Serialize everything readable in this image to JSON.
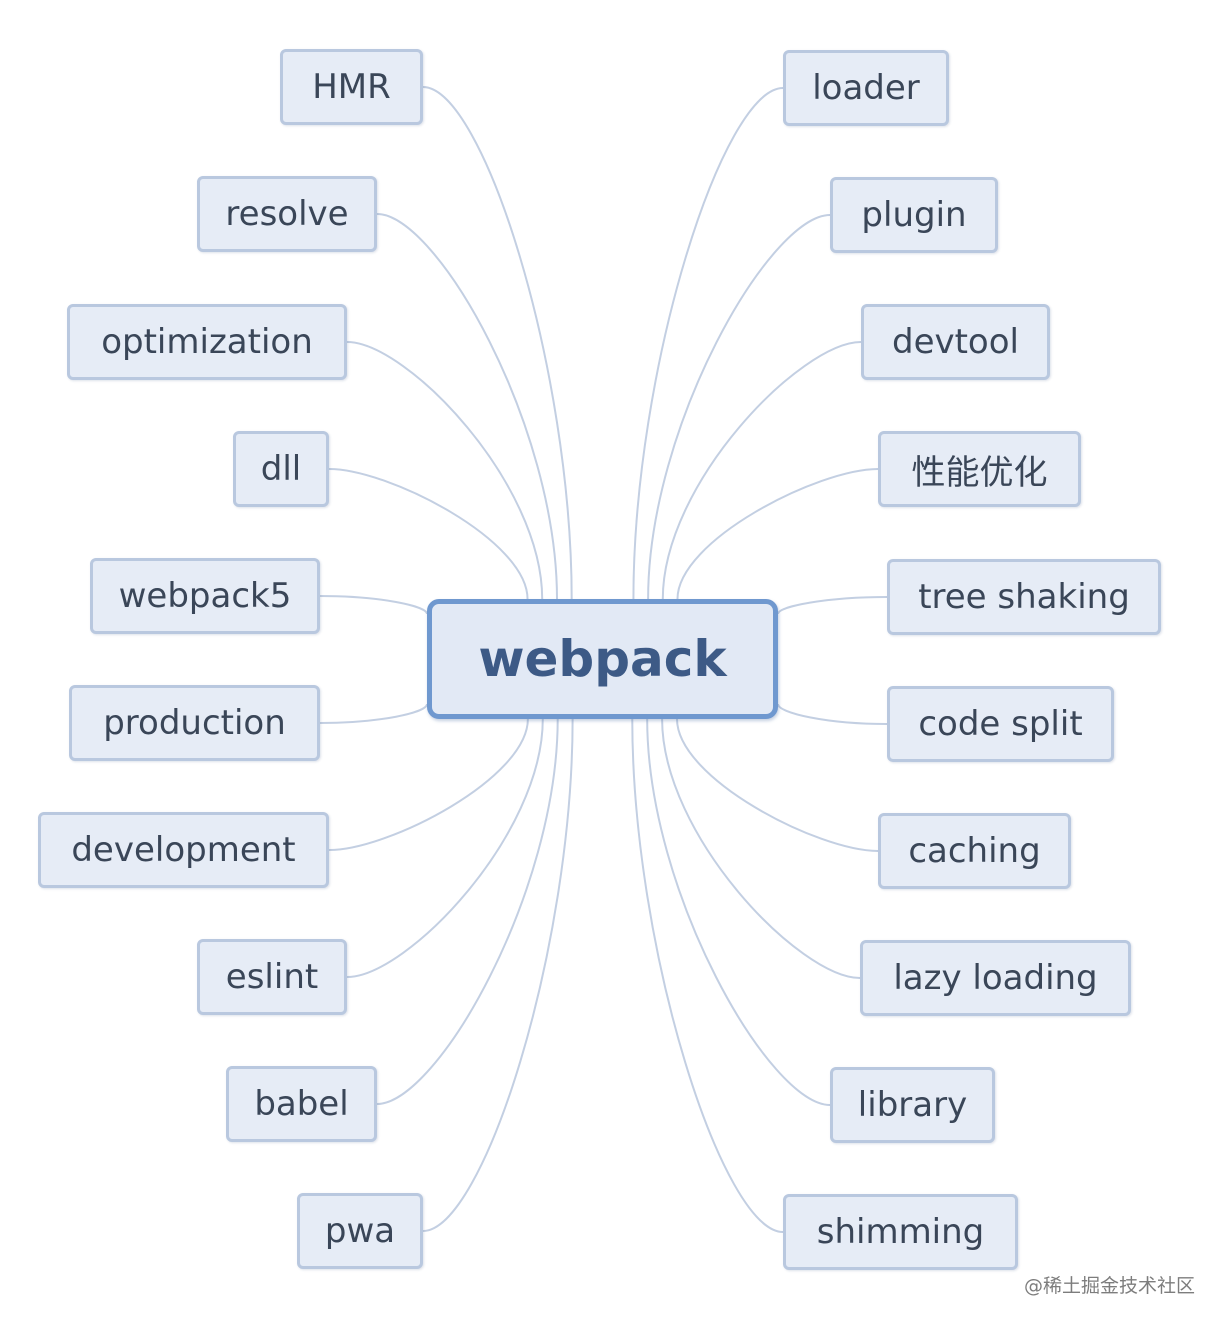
{
  "root": {
    "label": "webpack"
  },
  "left_nodes": [
    {
      "label": "HMR"
    },
    {
      "label": "resolve"
    },
    {
      "label": "optimization"
    },
    {
      "label": "dll"
    },
    {
      "label": "webpack5"
    },
    {
      "label": "production"
    },
    {
      "label": "development"
    },
    {
      "label": "eslint"
    },
    {
      "label": "babel"
    },
    {
      "label": "pwa"
    }
  ],
  "right_nodes": [
    {
      "label": "loader"
    },
    {
      "label": "plugin"
    },
    {
      "label": "devtool"
    },
    {
      "label": "性能优化"
    },
    {
      "label": "tree shaking"
    },
    {
      "label": "code split"
    },
    {
      "label": "caching"
    },
    {
      "label": "lazy loading"
    },
    {
      "label": "library"
    },
    {
      "label": "shimming"
    }
  ],
  "watermark": "@稀土掘金技术社区",
  "colors": {
    "node_fill": "#e6ecf6",
    "node_border": "#b9c8df",
    "root_border": "#6f98cf",
    "connector": "#c3cfe2"
  }
}
